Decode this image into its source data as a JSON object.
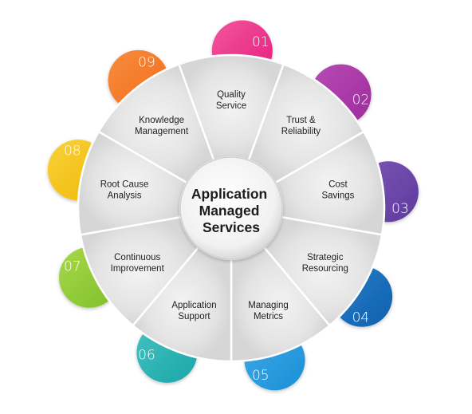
{
  "center": {
    "lines": [
      "Application",
      "Managed",
      "Services"
    ]
  },
  "segments": [
    {
      "number": "01",
      "lines": [
        "Quality",
        "Service"
      ],
      "color": "#e61e7e",
      "color_light": "#f2559f"
    },
    {
      "number": "02",
      "lines": [
        "Trust &",
        "Reliability"
      ],
      "color": "#9c2b9c",
      "color_light": "#b84bb5"
    },
    {
      "number": "03",
      "lines": [
        "Cost",
        "Savings"
      ],
      "color": "#5e3a9e",
      "color_light": "#7a56b6"
    },
    {
      "number": "04",
      "lines": [
        "Strategic",
        "Resourcing"
      ],
      "color": "#0d5fad",
      "color_light": "#2a7fc9"
    },
    {
      "number": "05",
      "lines": [
        "Managing",
        "Metrics"
      ],
      "color": "#1a8fd6",
      "color_light": "#3eaae6"
    },
    {
      "number": "06",
      "lines": [
        "Application",
        "Support"
      ],
      "color": "#1aa6a8",
      "color_light": "#44c2bf"
    },
    {
      "number": "07",
      "lines": [
        "Continuous",
        "Improvement"
      ],
      "color": "#7fbf2a",
      "color_light": "#a6d84a"
    },
    {
      "number": "08",
      "lines": [
        "Root Cause",
        "Analysis"
      ],
      "color": "#f2b705",
      "color_light": "#f7d23a"
    },
    {
      "number": "09",
      "lines": [
        "Knowledge",
        "Management"
      ],
      "color": "#f26b1a",
      "color_light": "#f78d3e"
    }
  ]
}
